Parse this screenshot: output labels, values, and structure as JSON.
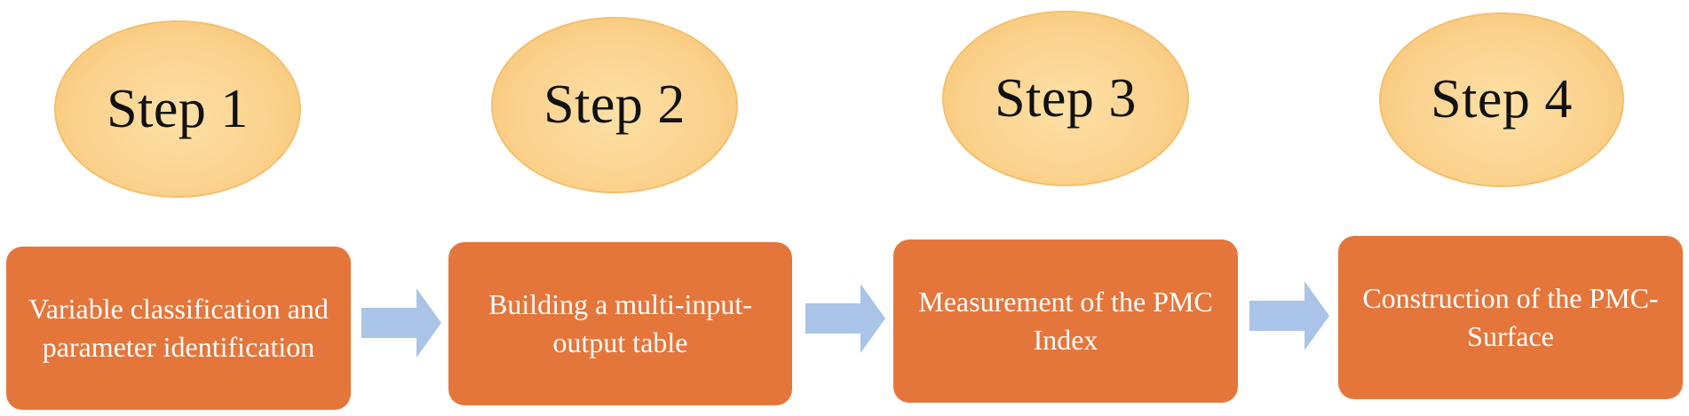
{
  "steps": [
    {
      "label": "Step 1",
      "description": "Variable classification and parameter identification"
    },
    {
      "label": "Step 2",
      "description": "Building a multi-input-output table"
    },
    {
      "label": "Step 3",
      "description": "Measurement of the PMC Index"
    },
    {
      "label": "Step 4",
      "description": "Construction of the PMC-Surface"
    }
  ],
  "colors": {
    "ellipse_fill": "#fbd08a",
    "box_fill": "#e5763b",
    "arrow_fill": "#a9c4e6"
  }
}
